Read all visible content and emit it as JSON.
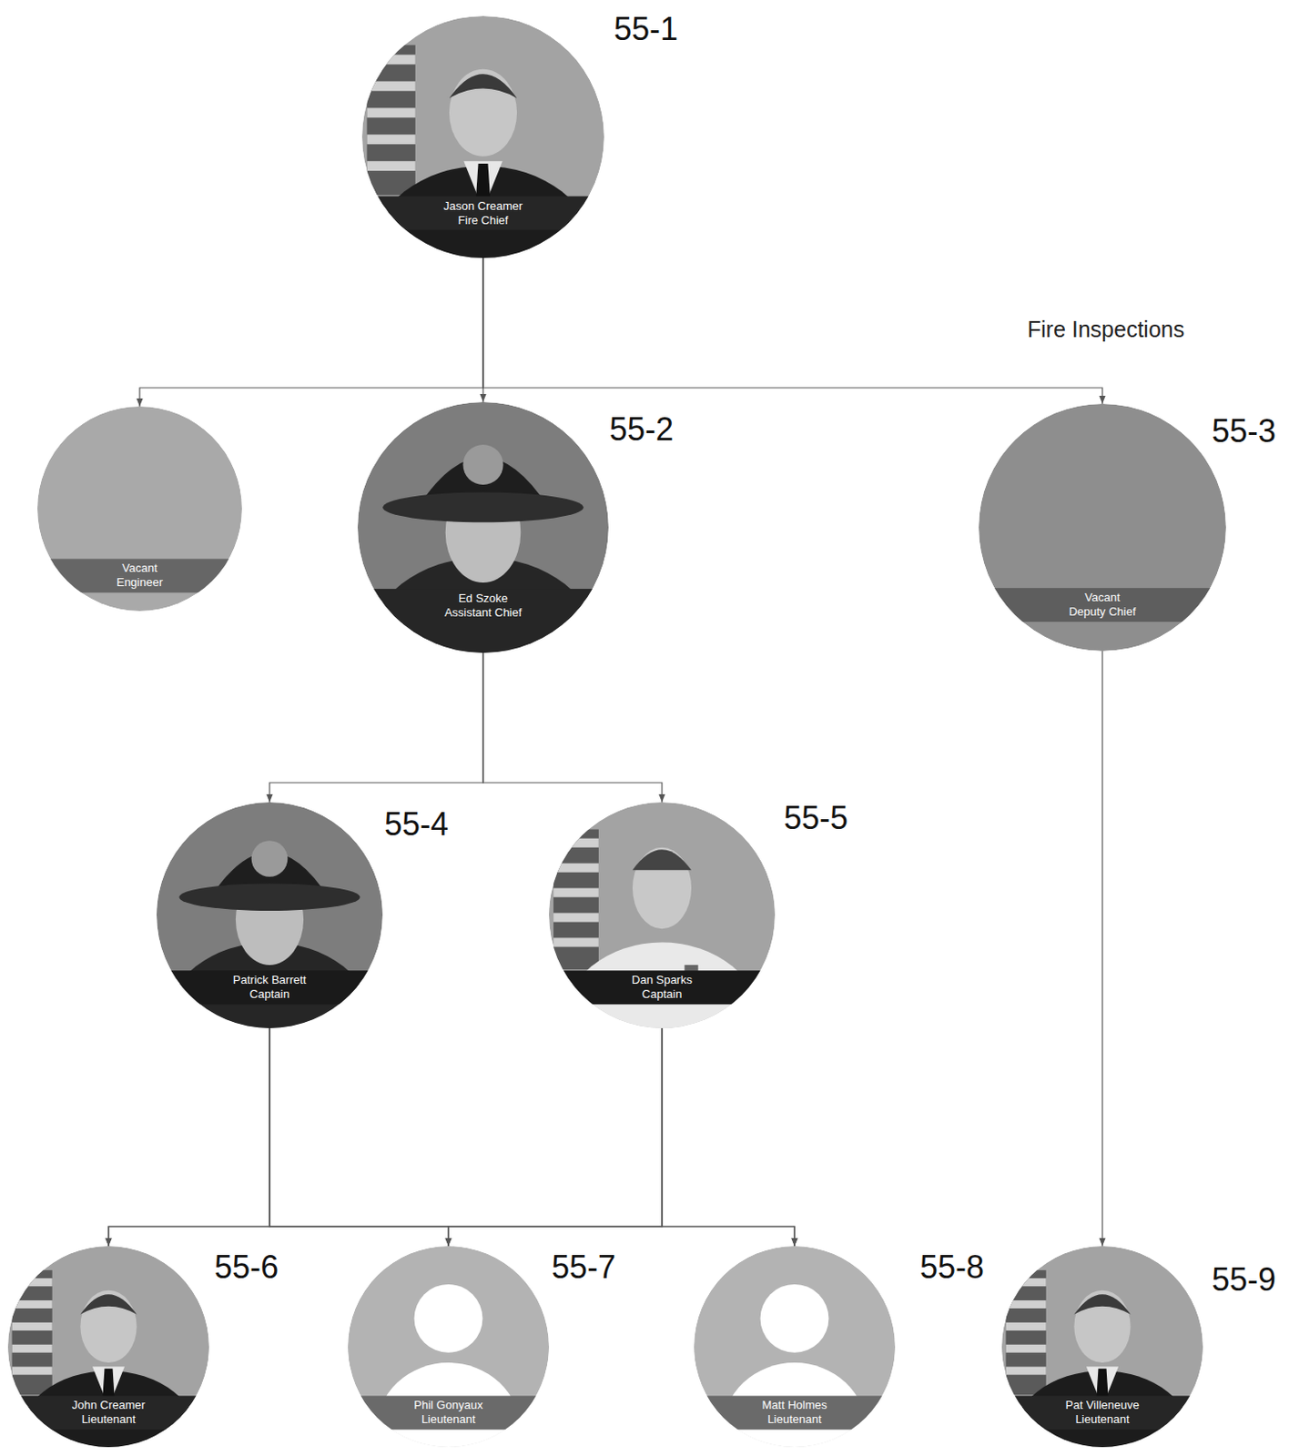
{
  "diagram": {
    "nodes": [
      {
        "text": [
          "Jason Creamer",
          "Fire Chief"
        ]
      },
      {
        "text": [
          "Vacant",
          "Engineer"
        ]
      },
      {
        "text": [
          "Ed Szoke",
          "Assistant Chief"
        ]
      },
      {
        "text": [
          "Vacant",
          "Deputy Chief"
        ]
      },
      {
        "text": [
          "Patrick Barrett",
          "Captain"
        ]
      },
      {
        "text": [
          "Dan Sparks",
          "Captain"
        ]
      },
      {
        "text": [
          "John Creamer",
          "Lieutenant"
        ]
      },
      {
        "text": [
          "Phil Gonyaux",
          "Lieutenant"
        ]
      },
      {
        "text": [
          "Matt Holmes",
          "Lieutenant"
        ]
      },
      {
        "text": [
          "Pat Villeneuve",
          "Lieutenant"
        ]
      }
    ],
    "edges": [
      {
        "from": 0,
        "to": 1,
        "arrow": "to"
      },
      {
        "from": 0,
        "to": 2,
        "arrow": "to"
      },
      {
        "from": 0,
        "to": 3,
        "arrow": "to"
      },
      {
        "from": 2,
        "to": 4,
        "arrow": "to"
      },
      {
        "from": 2,
        "to": 5,
        "arrow": "to"
      },
      {
        "from": 4,
        "to": 6,
        "arrow": "to"
      },
      {
        "from": 4,
        "to": 7,
        "arrow": "to"
      },
      {
        "from": 4,
        "to": 8,
        "arrow": "to"
      },
      {
        "from": 5,
        "to": 6,
        "arrow": "to"
      },
      {
        "from": 5,
        "to": 7,
        "arrow": "to"
      },
      {
        "from": 5,
        "to": 8,
        "arrow": "to"
      },
      {
        "from": 3,
        "to": 9,
        "arrow": "to"
      }
    ],
    "labels": [
      "55-1",
      "Fire Inspections",
      "55-2",
      "55-3",
      "55-4",
      "55-5",
      "55-6",
      "55-7",
      "55-8",
      "55-9"
    ]
  }
}
